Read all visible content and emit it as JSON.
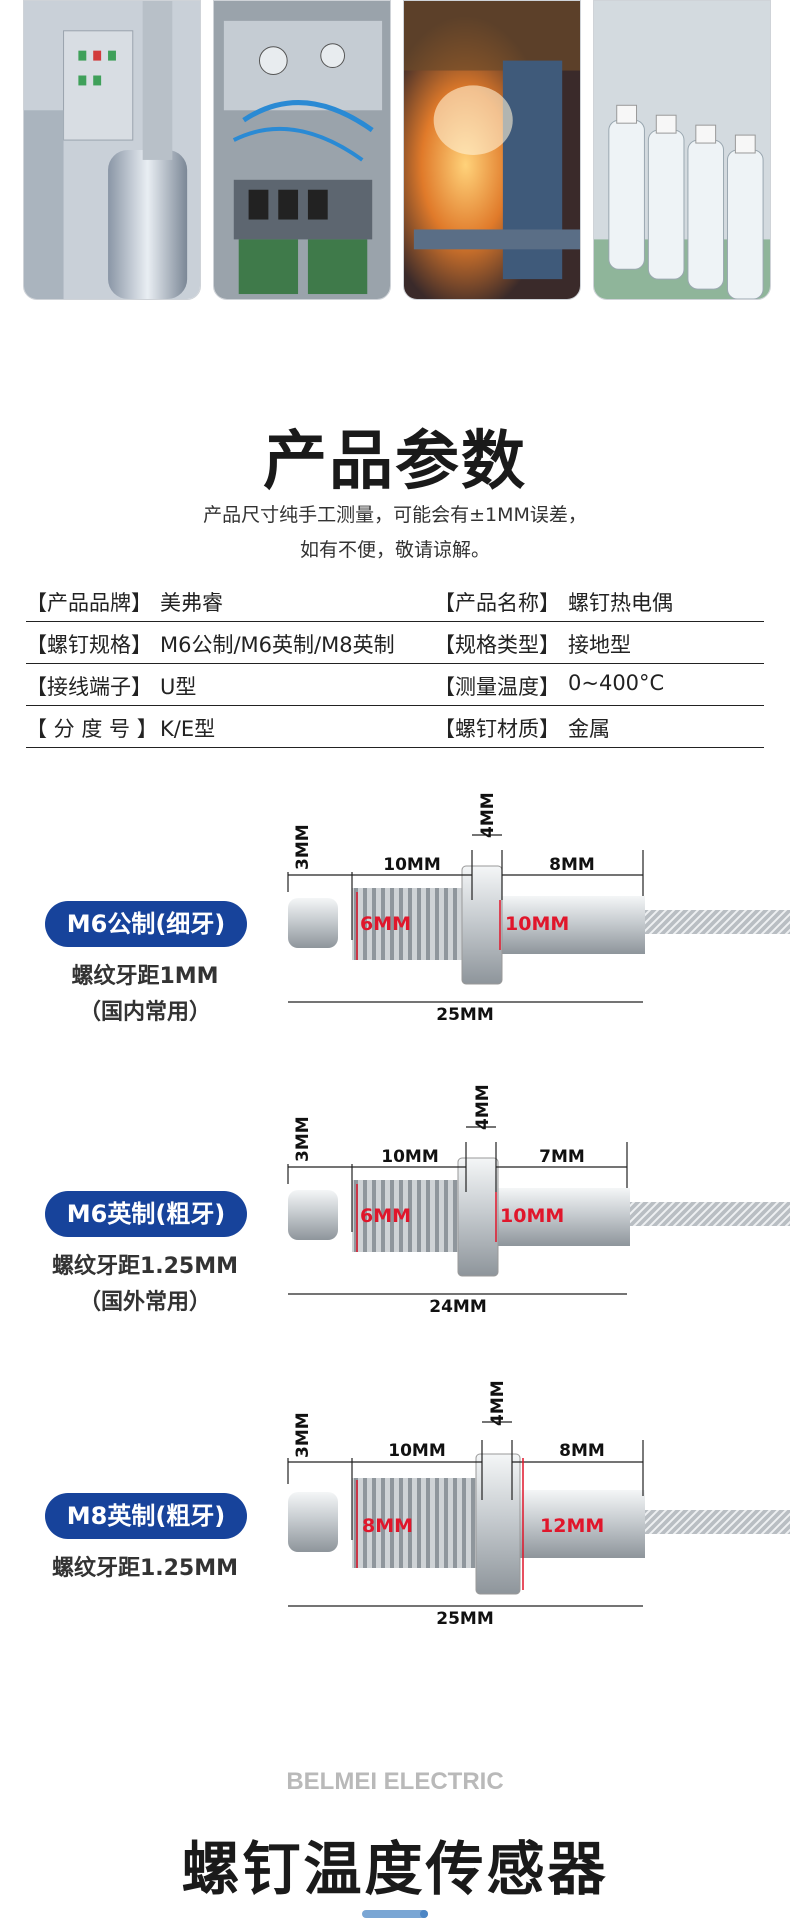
{
  "params": {
    "title": "产品参数",
    "note_line1": "产品尺寸纯手工测量，可能会有±1MM误差，",
    "note_line2": "如有不便，敬请谅解。",
    "rows": [
      {
        "left_label": "【产品品牌】",
        "left_value": "美弗睿",
        "right_label": "【产品名称】",
        "right_value": "螺钉热电偶"
      },
      {
        "left_label": "【螺钉规格】",
        "left_value": "M6公制/M6英制/M8英制",
        "right_label": "【规格类型】",
        "right_value": "接地型"
      },
      {
        "left_label": "【接线端子】",
        "left_value": "U型",
        "right_label": "【测量温度】",
        "right_value": "0~400°C"
      },
      {
        "left_label": "【 分 度 号 】",
        "left_value": "K/E型",
        "right_label": "【螺钉材质】",
        "right_value": "金属"
      }
    ]
  },
  "specs": [
    {
      "name": "M6公制(细牙)",
      "pitch": "螺纹牙距1MM",
      "usage": "（国内常用）",
      "dims": {
        "head": "3MM",
        "thread": "10MM",
        "nut": "4MM",
        "tail": "8MM",
        "total": "25MM",
        "thread_dia": "6MM",
        "tube_dia": "10MM"
      }
    },
    {
      "name": "M6英制(粗牙)",
      "pitch": "螺纹牙距1.25MM",
      "usage": "（国外常用）",
      "dims": {
        "head": "3MM",
        "thread": "10MM",
        "nut": "4MM",
        "tail": "7MM",
        "total": "24MM",
        "thread_dia": "6MM",
        "tube_dia": "10MM"
      }
    },
    {
      "name": "M8英制(粗牙)",
      "pitch": "螺纹牙距1.25MM",
      "usage": "",
      "dims": {
        "head": "3MM",
        "thread": "10MM",
        "nut": "4MM",
        "tail": "8MM",
        "total": "25MM",
        "thread_dia": "8MM",
        "tube_dia": "12MM"
      }
    }
  ],
  "footer": {
    "brand": "BELMEI ELECTRIC",
    "title": "螺钉温度传感器"
  },
  "colors": {
    "pill": "#17439b",
    "dim_red": "#e0162b",
    "brand_gray": "#b9b9b9"
  }
}
